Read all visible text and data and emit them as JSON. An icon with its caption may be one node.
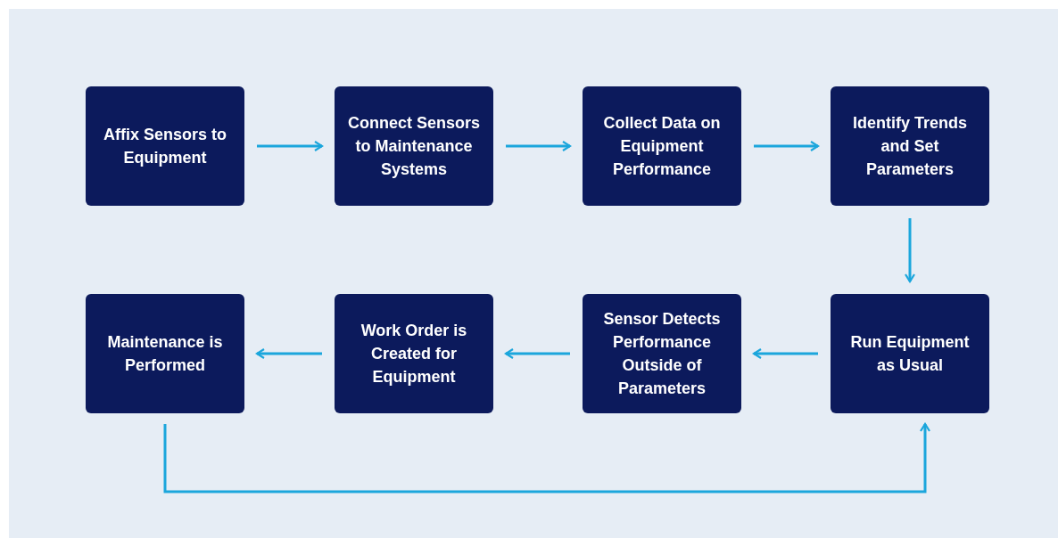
{
  "diagram": {
    "nodes": [
      {
        "text": [
          "Affix Sensors to Equipment"
        ]
      },
      {
        "text": [
          "Connect Sensors to Maintenance Systems"
        ]
      },
      {
        "text": [
          "Collect Data on Equipment Performance"
        ]
      },
      {
        "text": [
          "Identify Trends and Set Parameters"
        ]
      },
      {
        "text": [
          "Run Equipment as Usual"
        ]
      },
      {
        "text": [
          "Sensor Detects Performance Outside of Parameters"
        ]
      },
      {
        "text": [
          "Work Order is Created for Equipment"
        ]
      },
      {
        "text": [
          "Maintenance is Performed"
        ]
      }
    ],
    "edges": [
      {
        "from": 0,
        "to": 1,
        "arrow": "to"
      },
      {
        "from": 1,
        "to": 2,
        "arrow": "to"
      },
      {
        "from": 2,
        "to": 3,
        "arrow": "to"
      },
      {
        "from": 3,
        "to": 4,
        "arrow": "to"
      },
      {
        "from": 4,
        "to": 5,
        "arrow": "to"
      },
      {
        "from": 5,
        "to": 6,
        "arrow": "to"
      },
      {
        "from": 6,
        "to": 7,
        "arrow": "to"
      },
      {
        "from": 7,
        "to": 4,
        "arrow": "to"
      }
    ]
  }
}
